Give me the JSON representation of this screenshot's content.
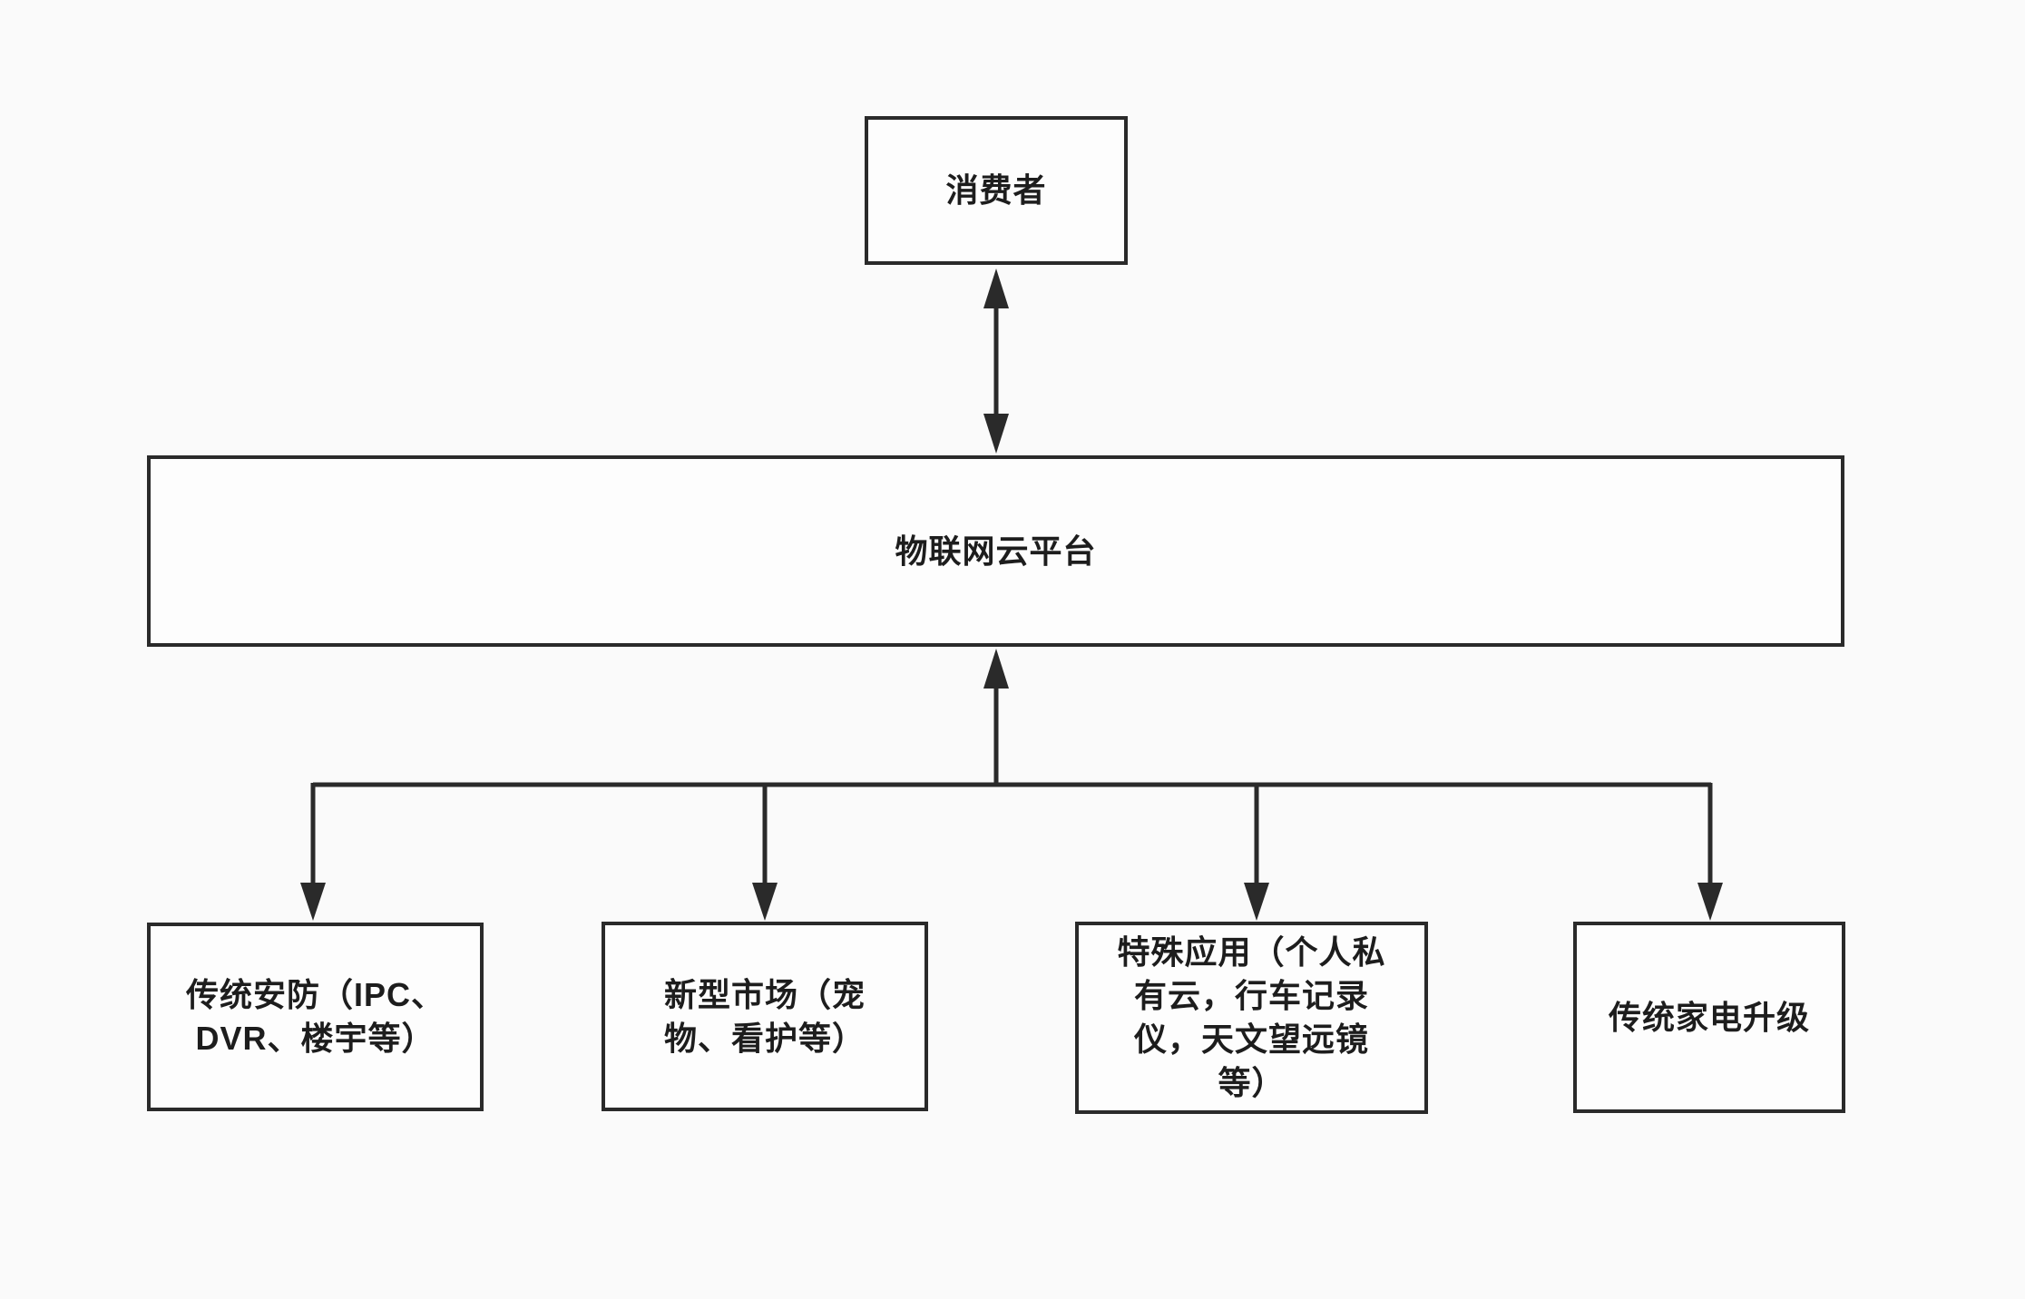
{
  "diagram": {
    "colors": {
      "background": "#fafafa",
      "node_fill": "#fdfdfd",
      "line": "#2a2a2a",
      "text": "#1d1d1d"
    },
    "nodes": {
      "consumer": {
        "label": "消费者"
      },
      "platform": {
        "label": "物联网云平台"
      },
      "branches": [
        {
          "label": "传统安防（IPC、\nDVR、楼宇等）"
        },
        {
          "label": "新型市场（宠\n物、看护等）"
        },
        {
          "label": "特殊应用（个人私\n有云，行车记录\n仪，天文望远镜\n等）"
        },
        {
          "label": "传统家电升级"
        }
      ]
    },
    "connectors": {
      "consumer_platform": {
        "type": "double-headed-vertical-arrow",
        "between": [
          "consumer",
          "platform"
        ]
      },
      "platform_branches": {
        "type": "tree-connector",
        "arrowheads": [
          "up-into-platform",
          "down-into-each-branch"
        ],
        "branch_count": 4
      }
    }
  }
}
